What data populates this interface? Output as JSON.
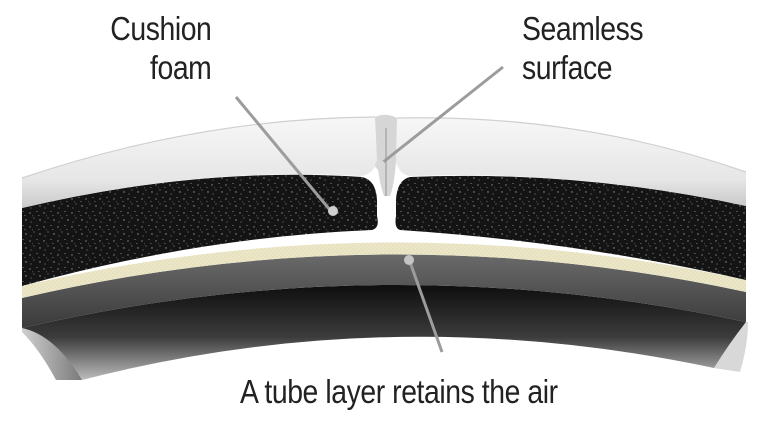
{
  "labels": {
    "cushion_foam": [
      "Cushion",
      "foam"
    ],
    "seamless_surface": [
      "Seamless",
      "surface"
    ],
    "tube_layer": "A tube layer retains the air"
  },
  "colors": {
    "surface_outer": "#f2f2f2",
    "surface_edge": "#b9b9b9",
    "foam": "#141414",
    "foam_speckle": "#9a9a9a",
    "fabric_layer": "#e9e4c4",
    "tube_band": "#5a5a5a",
    "tube_inner": "#2a2a2a",
    "leader_line": "#9a9a9a",
    "text": "#222222"
  }
}
